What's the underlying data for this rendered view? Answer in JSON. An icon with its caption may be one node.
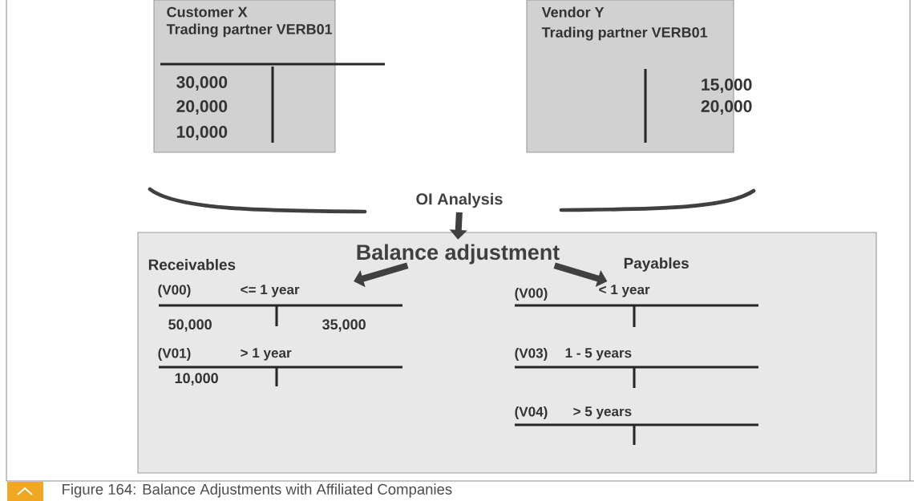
{
  "diagram": {
    "caption": "Figure 164: Balance Adjustments with Affiliated Companies",
    "nodes": [
      {
        "text": [
          "Customer X",
          "Trading partner VERB01",
          "30,000",
          "20,000",
          "10,000"
        ]
      },
      {
        "text": [
          "Vendor Y",
          "Trading partner VERB01",
          "15,000",
          "20,000"
        ]
      },
      {
        "text": [
          "OI Analysis"
        ]
      },
      {
        "text": [],
        "shape": "box"
      },
      {
        "text": [
          "Balance adjustment"
        ],
        "in": 3
      },
      {
        "text": [
          "(V00)",
          "<= 1 year",
          "50,000",
          "35,000"
        ],
        "in": 3
      },
      {
        "text": [
          "(V01)",
          "> 1 year",
          "10,000"
        ],
        "in": 3
      },
      {
        "text": [
          "(V00)",
          "< 1 year"
        ],
        "in": 3
      },
      {
        "text": [
          "(V03)",
          "1 - 5 years"
        ],
        "in": 3
      },
      {
        "text": [
          "(V04)",
          "> 5 years"
        ],
        "in": 3
      }
    ],
    "edges": [
      {
        "from": 2,
        "to": 4,
        "arrow": "to"
      },
      {
        "from": 4,
        "to": 5,
        "arrow": "to"
      },
      {
        "from": 4,
        "to": 7,
        "arrow": "to"
      }
    ],
    "labels": [
      "Receivables",
      "Payables"
    ]
  }
}
